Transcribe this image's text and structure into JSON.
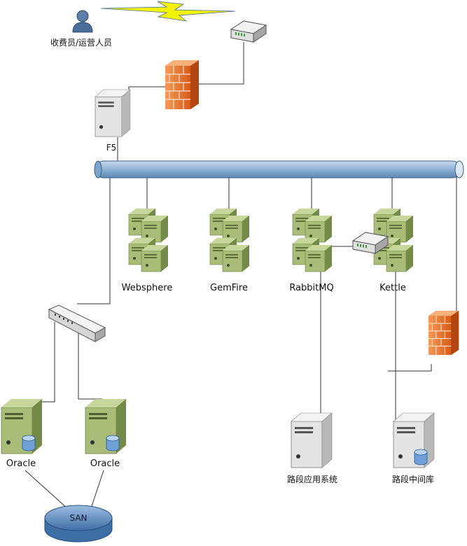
{
  "labels": {
    "user": "收费员/运营人员",
    "f5": "F5",
    "websphere": "Websphere",
    "gemfire": "GemFire",
    "rabbitmq": "RabbitMQ",
    "kettle": "Kettle",
    "oracle_left": "Oracle",
    "oracle_right": "Oracle",
    "san": "SAN",
    "road_app": "路段应用系统",
    "road_middleware": "路段中间库"
  },
  "colors": {
    "bus": "#8fb2d4",
    "bus_stroke": "#3b5f86",
    "server_green": "#9aaf6a",
    "server_gray": "#d8d8d8",
    "firewall": "#e8732c",
    "lightning": "#f2f20a",
    "san": "#4f7fb6",
    "line": "#333333"
  },
  "icons": {
    "user": "person-icon",
    "wan": "lightning-icon",
    "router": "router-icon",
    "firewall": "firewall-icon",
    "load_balancer": "server-icon",
    "switch": "switch-icon",
    "db_server": "database-server-icon",
    "cluster": "server-cluster-icon",
    "storage": "storage-icon"
  }
}
